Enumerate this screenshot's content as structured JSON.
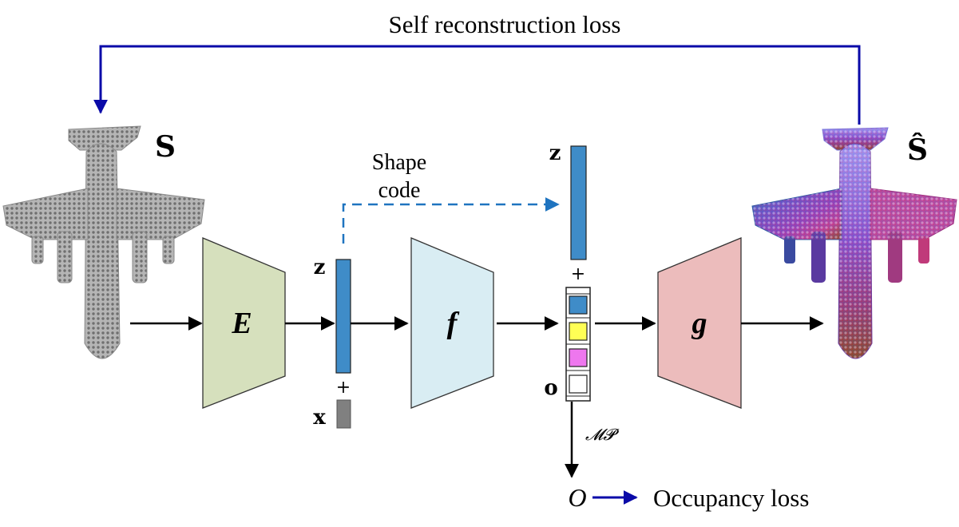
{
  "labels": {
    "self_reconstruction_loss": "Self reconstruction loss",
    "shape_code_line1": "Shape",
    "shape_code_line2": "code",
    "input_shape": "S",
    "output_shape": "Ŝ",
    "encoder": "E",
    "network_f": "f",
    "network_g": "g",
    "latent_z_left": "z",
    "latent_z_top": "z",
    "point_x": "x",
    "occupancy_o": "o",
    "plus_bottom": "+",
    "plus_top": "+",
    "max_pool": "𝓜𝓟",
    "occupancy_O": "O",
    "occupancy_loss": "Occupancy loss"
  },
  "colors": {
    "encoder_fill": "#d6e0bd",
    "f_fill": "#d9edf3",
    "g_fill": "#ecbcbc",
    "code_bar_fill": "#3f8cc8",
    "x_bar_fill": "#808080",
    "feedback_arrow": "#0a0aa8",
    "shape_code_arrow": "#1f74c0",
    "cell_blue": "#3f8cc8",
    "cell_yellow": "#ffff55",
    "cell_magenta": "#ee77ee",
    "cell_white": "#ffffff",
    "input_cloud": "#8a8a8a"
  }
}
